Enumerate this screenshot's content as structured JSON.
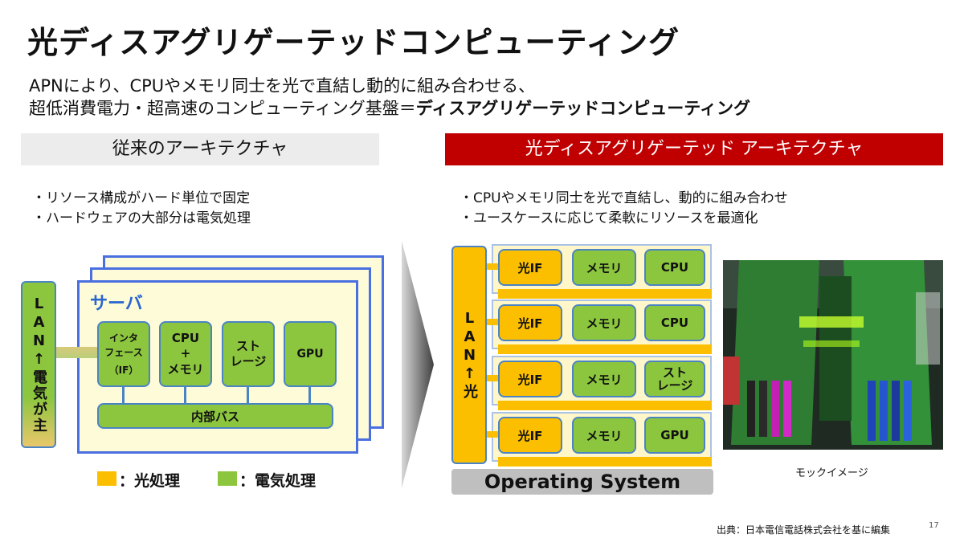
{
  "title": "光ディスアグリゲーテッドコンピューティング",
  "subtitle": {
    "line1": "APNにより、CPUやメモリ同士を光で直結し動的に組み合わせる、",
    "line2_plain": "超低消費電力・超高速のコンピューティング基盤＝",
    "line2_bold": "ディスアグリゲーテッドコンピューティング"
  },
  "left": {
    "header": "従来のアーキテクチャ",
    "bullets": [
      "・リソース構成がハード単位で固定",
      "・ハードウェアの大部分は電気処理"
    ],
    "lan": "LAN↑電気が主",
    "server_label": "サーバ",
    "components": [
      {
        "line1": "インタ",
        "line2": "フェース",
        "line3": "（IF）"
      },
      {
        "line1": "CPU",
        "line2": "+",
        "line3": "メモリ"
      },
      {
        "line1": "スト",
        "line2": "レージ"
      },
      {
        "line1": "GPU"
      }
    ],
    "bus": "内部バス",
    "legend_optical": "：光処理",
    "legend_electric": "：電気処理"
  },
  "right": {
    "header": "光ディスアグリゲーテッド アーキテクチャ",
    "bullets": [
      "・CPUやメモリ同士を光で直結し、動的に組み合わせ",
      "・ユースケースに応じて柔軟にリソースを最適化"
    ],
    "lan": "LAN↑光",
    "rows": [
      {
        "if": "光IF",
        "mem": "メモリ",
        "res": "CPU"
      },
      {
        "if": "光IF",
        "mem": "メモリ",
        "res": "CPU"
      },
      {
        "if": "光IF",
        "mem": "メモリ",
        "res": "ストレージ",
        "res1": "スト",
        "res2": "レージ"
      },
      {
        "if": "光IF",
        "mem": "メモリ",
        "res": "GPU"
      }
    ],
    "os": "Operating System",
    "mock_caption": "モックイメージ"
  },
  "source": "出典：日本電信電話株式会社を基に編集",
  "page_number": "17",
  "colors": {
    "optical": "#fbbf00",
    "electric": "#8cc63e",
    "accent": "#c00000",
    "frame": "#4a84c4"
  }
}
